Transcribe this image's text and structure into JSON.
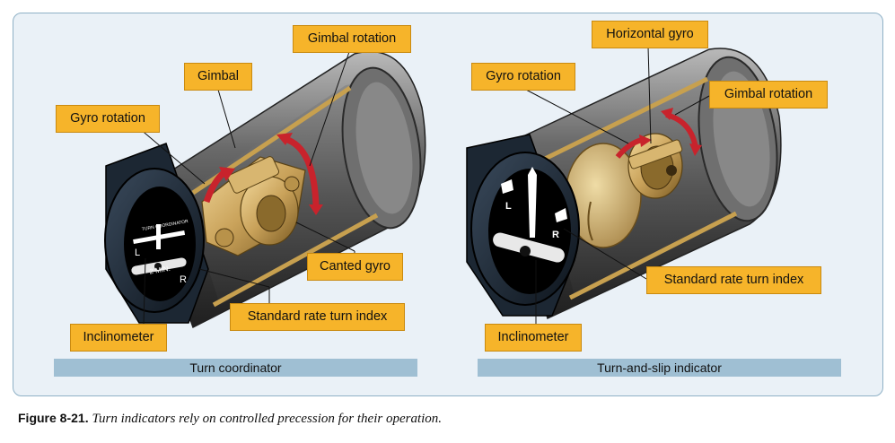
{
  "left_panel": {
    "caption": "Turn coordinator",
    "callouts": {
      "gimbal_rotation": "Gimbal rotation",
      "gimbal": "Gimbal",
      "gyro_rotation": "Gyro rotation",
      "canted_gyro": "Canted gyro",
      "standard_rate_turn_index": "Standard rate turn index",
      "inclinometer": "Inclinometer"
    },
    "instrument": {
      "l_mark": "L",
      "r_mark": "R",
      "two_min": "2 MIN.",
      "top_text": "TURN COORDINATOR"
    }
  },
  "right_panel": {
    "caption": "Turn-and-slip indicator",
    "callouts": {
      "horizontal_gyro": "Horizontal gyro",
      "gyro_rotation": "Gyro rotation",
      "gimbal_rotation": "Gimbal rotation",
      "standard_rate_turn_index": "Standard rate turn index",
      "inclinometer": "Inclinometer"
    },
    "instrument": {
      "l_mark": "L",
      "r_mark": "R"
    }
  },
  "figure_caption": {
    "number": "Figure 8-21.",
    "text": "Turn indicators rely on controlled precession for their operation."
  },
  "colors": {
    "callout_fill": "#f6b42a",
    "caption_bar": "#9fbfd3",
    "rotation_arrow": "#c8232c",
    "brass": "#c9a25a"
  }
}
